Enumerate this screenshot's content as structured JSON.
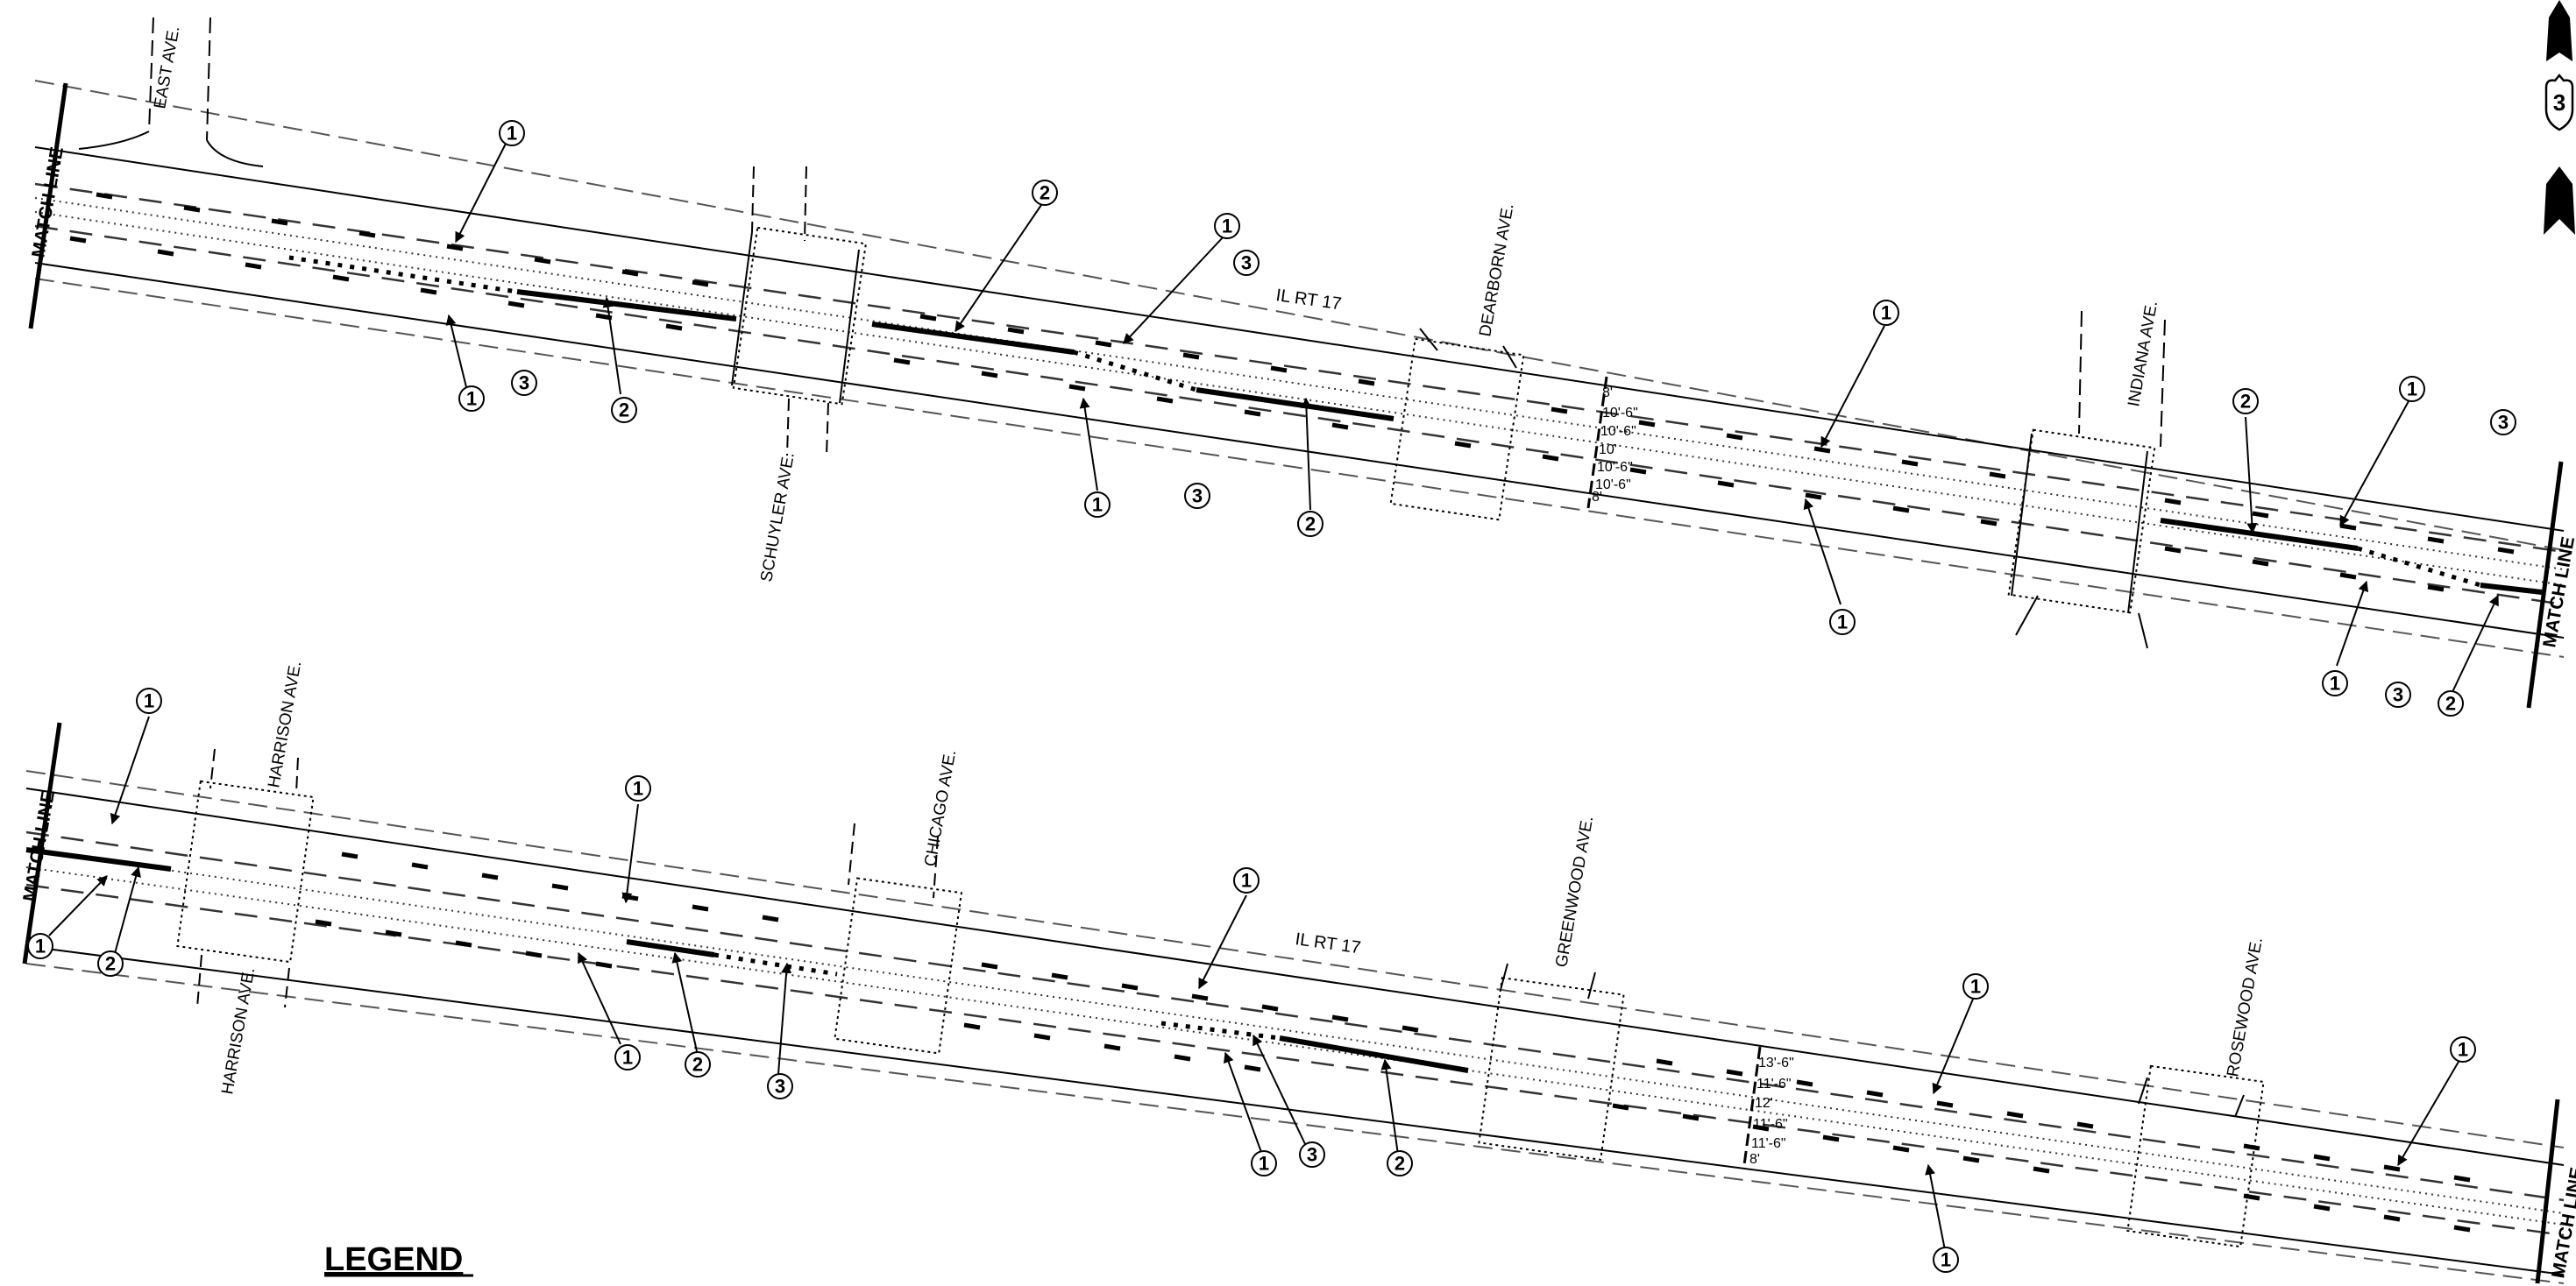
{
  "drawing": {
    "route_label": "IL RT 17",
    "match_line_label": "MATCH LINE",
    "legend_title": "LEGEND",
    "north_arrow_number": "3"
  },
  "streets": {
    "east": "EAST AVE.",
    "schuyler": "SCHUYLER AVE.",
    "dearborn": "DEARBORN AVE.",
    "indiana": "INDIANA AVE.",
    "harrison": "HARRISON AVE.",
    "chicago": "CHICAGO AVE.",
    "greenwood": "GREENWOOD AVE.",
    "rosewood": "ROSEWOOD AVE."
  },
  "dimensions": {
    "upper": [
      "8'",
      "10'-6\"",
      "10'-6\"",
      "10'",
      "10'-6\"",
      "10'-6\"",
      "8'"
    ],
    "lower": [
      "13'-6\"",
      "11'-6\"",
      "12'",
      "11'-6\"",
      "11'-6\"",
      "8'"
    ]
  },
  "callouts": {
    "one": "1",
    "two": "2",
    "three": "3"
  },
  "colors": {
    "ink": "#000000",
    "dashed": "#444444",
    "background": "#ffffff"
  }
}
